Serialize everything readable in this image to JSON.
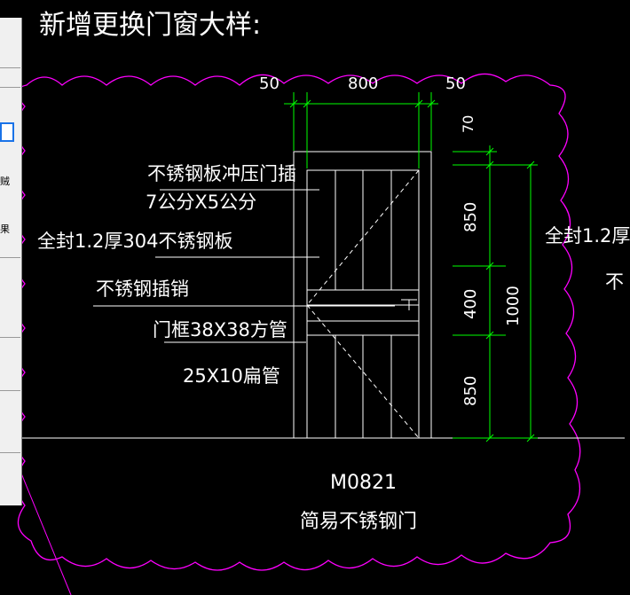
{
  "title": "新增更换门窗大样:",
  "dims_top": {
    "left": "50",
    "mid": "800",
    "right": "50"
  },
  "dims_right": {
    "top": "70",
    "upper": "850",
    "middle": "400",
    "lower": "850",
    "total": "1000"
  },
  "labels": {
    "plate_line1": "不锈钢板冲压门插",
    "plate_line2": "7公分X5公分",
    "full_seal": "全封1.2厚304不锈钢板",
    "bolt": "不锈钢插销",
    "frame": "门框38X38方管",
    "flat_tube": "25X10扁管"
  },
  "door": {
    "code": "M0821",
    "name": "简易不锈钢门"
  },
  "right_partial": {
    "line1": "全封1.2厚",
    "line2": "不"
  },
  "side_panel": {
    "label1": "贼",
    "label2": "果"
  },
  "colors": {
    "background": "#000000",
    "cloud": "#ff00ff",
    "dimension": "#00ff00",
    "drawing": "#ffffff"
  }
}
